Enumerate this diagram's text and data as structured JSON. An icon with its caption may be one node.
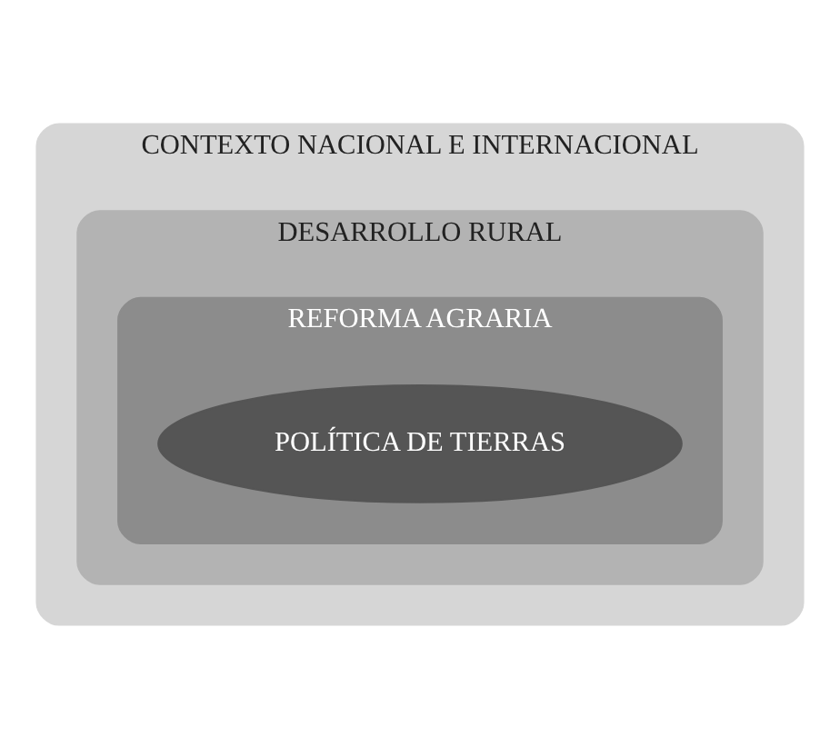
{
  "diagram": {
    "nodes": [
      {
        "text": [
          "CONTEXTO NACIONAL E INTERNACIONAL"
        ]
      },
      {
        "text": [
          "DESARROLLO RURAL"
        ],
        "in": 0
      },
      {
        "text": [
          "REFORMA AGRARIA"
        ],
        "in": 1
      },
      {
        "text": [
          "POLÍTICA DE TIERRAS"
        ],
        "in": 2
      }
    ]
  }
}
